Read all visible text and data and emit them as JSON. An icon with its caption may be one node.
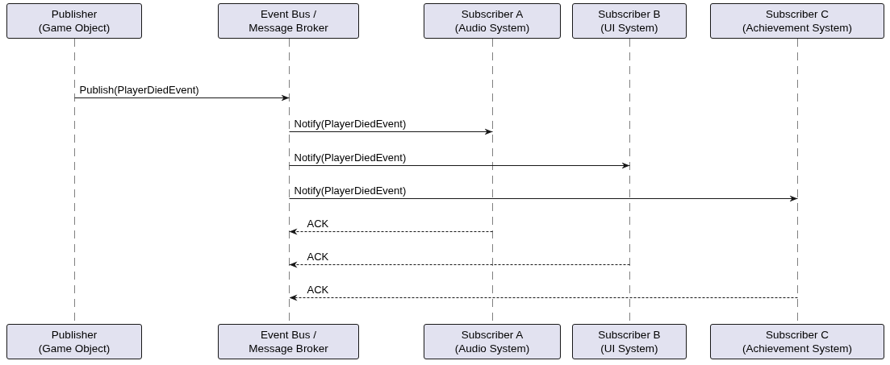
{
  "diagram": {
    "nodes": [
      {
        "text": [
          "Publisher (Game Object)"
        ]
      },
      {
        "text": [
          "Event Bus / Message Broker"
        ]
      },
      {
        "text": [
          "Subscriber A (Audio System)"
        ]
      },
      {
        "text": [
          "Subscriber B (UI System)"
        ]
      },
      {
        "text": [
          "Subscriber C (Achievement System)"
        ]
      },
      {
        "text": [
          "Publisher (Game Object)"
        ]
      },
      {
        "text": [
          "Event Bus / Message Broker"
        ]
      },
      {
        "text": [
          "Subscriber A (Audio System)"
        ]
      },
      {
        "text": [
          "Subscriber B (UI System)"
        ]
      },
      {
        "text": [
          "Subscriber C (Achievement System)"
        ]
      },
      {
        "text": [],
        "shape": "line"
      },
      {
        "text": [],
        "shape": "line"
      },
      {
        "text": [],
        "shape": "line"
      },
      {
        "text": [],
        "shape": "line"
      },
      {
        "text": [],
        "shape": "line"
      }
    ],
    "edges": [
      {
        "from": 10,
        "to": 11,
        "arrow": "to",
        "label": "Publish(PlayerDiedEvent)"
      },
      {
        "from": 11,
        "to": 12,
        "arrow": "to",
        "label": "Notify(PlayerDiedEvent)"
      },
      {
        "from": 11,
        "to": 13,
        "arrow": "to",
        "label": "Notify(PlayerDiedEvent)"
      },
      {
        "from": 11,
        "to": 14,
        "arrow": "to",
        "label": "Notify(PlayerDiedEvent)"
      },
      {
        "from": 12,
        "to": 11,
        "arrow": "to",
        "label": "ACK",
        "style": "dashed"
      },
      {
        "from": 13,
        "to": 11,
        "arrow": "to",
        "label": "ACK",
        "style": "dashed"
      },
      {
        "from": 14,
        "to": 11,
        "arrow": "to",
        "label": "ACK",
        "style": "dashed"
      }
    ]
  }
}
